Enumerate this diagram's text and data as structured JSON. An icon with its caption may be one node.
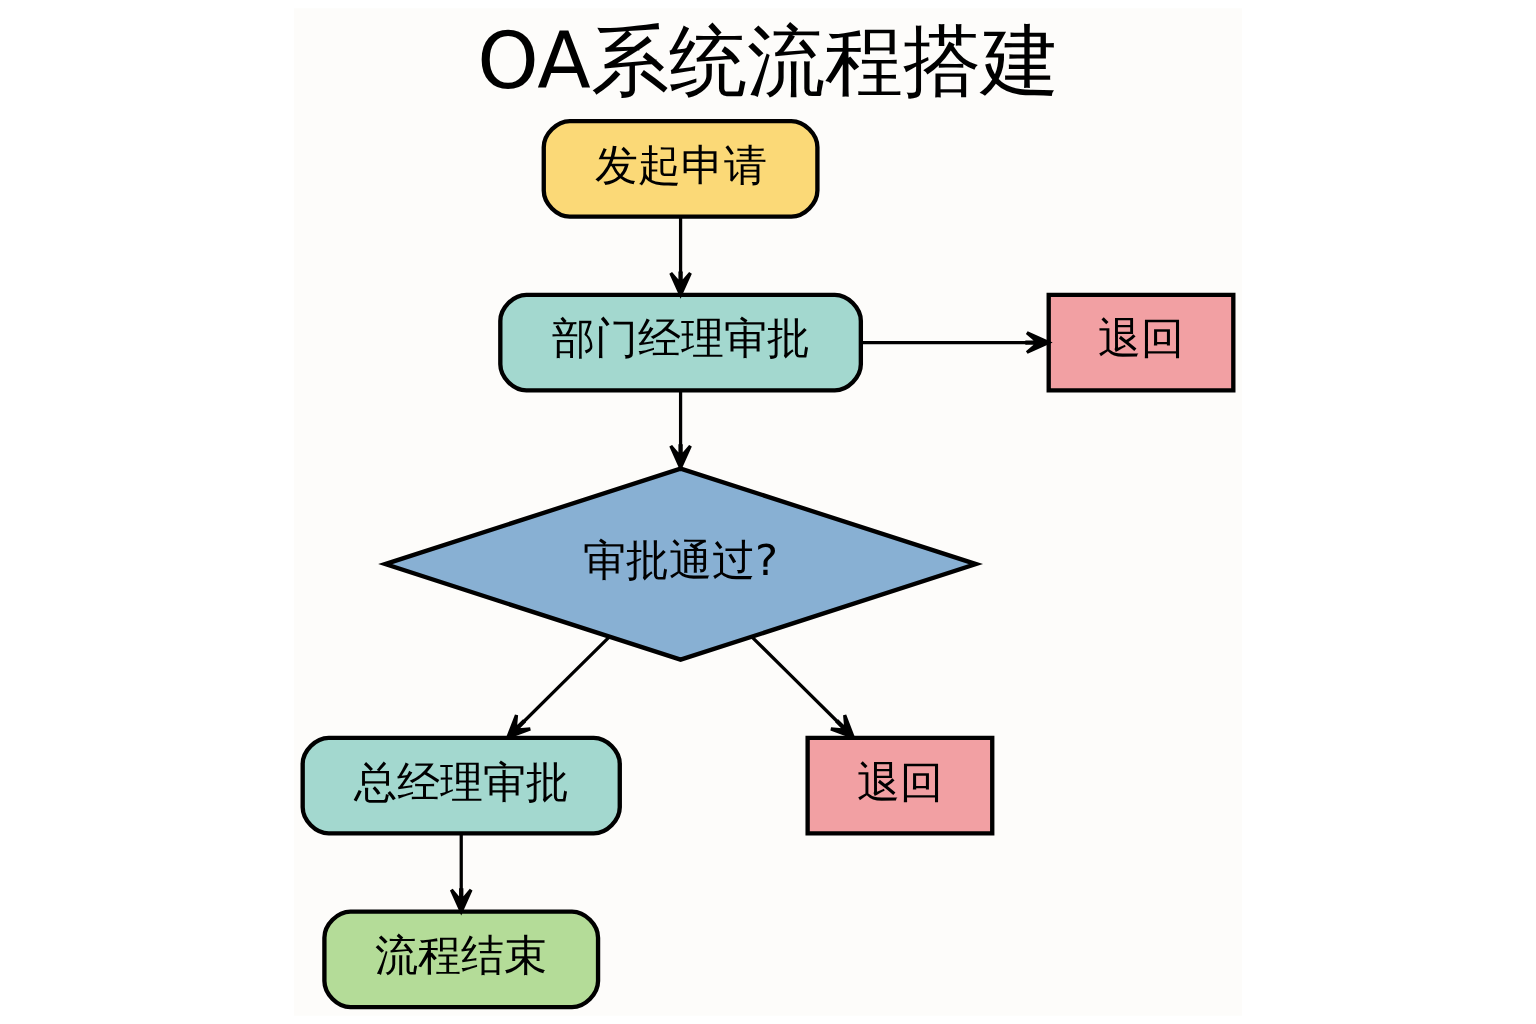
{
  "diagram": {
    "title": "OA系统流程搭建",
    "nodes": [
      {
        "text": [
          "发起申请"
        ]
      },
      {
        "text": [
          "部门经理审批"
        ]
      },
      {
        "text": [
          "退回"
        ]
      },
      {
        "text": [
          "审批通过?"
        ]
      },
      {
        "text": [
          "总经理审批"
        ]
      },
      {
        "text": [
          "退回"
        ]
      },
      {
        "text": [
          "流程结束"
        ]
      }
    ],
    "edges": [
      {
        "from": 0,
        "to": 1,
        "arrow": "to"
      },
      {
        "from": 1,
        "to": 2,
        "arrow": "to"
      },
      {
        "from": 1,
        "to": 3,
        "arrow": "to"
      },
      {
        "from": 3,
        "to": 4,
        "arrow": "to"
      },
      {
        "from": 3,
        "to": 5,
        "arrow": "to"
      },
      {
        "from": 4,
        "to": 6,
        "arrow": "to"
      }
    ]
  }
}
